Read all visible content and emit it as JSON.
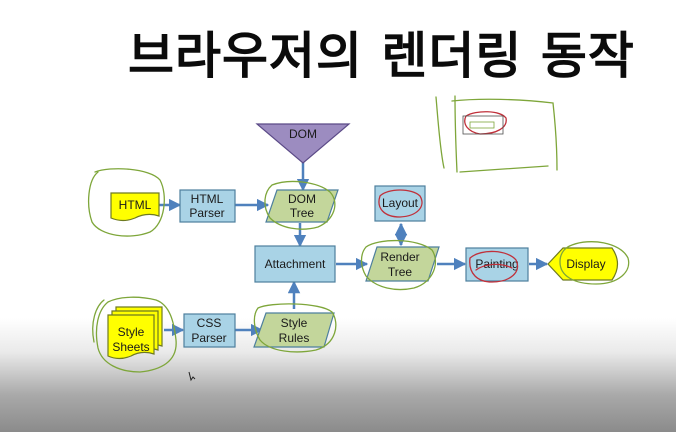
{
  "title": "브라우저의 렌더링 동작",
  "nodes": {
    "dom": "DOM",
    "html": "HTML",
    "html_parser_1": "HTML",
    "html_parser_2": "Parser",
    "dom_tree_1": "DOM",
    "dom_tree_2": "Tree",
    "layout": "Layout",
    "attachment": "Attachment",
    "render_tree_1": "Render",
    "render_tree_2": "Tree",
    "painting": "Painting",
    "display": "Display",
    "style_sheets_1": "Style",
    "style_sheets_2": "Sheets",
    "css_parser_1": "CSS",
    "css_parser_2": "Parser",
    "style_rules_1": "Style",
    "style_rules_2": "Rules"
  },
  "colors": {
    "box_fill": "#a9d3e6",
    "box_stroke": "#4d7f9d",
    "tree_fill": "#c3d69b",
    "yellow_fill": "#ffff00",
    "dom_fill": "#9c8cc0",
    "arrow": "#4f81bd",
    "annotation_green": "#7ea63a",
    "annotation_red": "#c0303a"
  }
}
